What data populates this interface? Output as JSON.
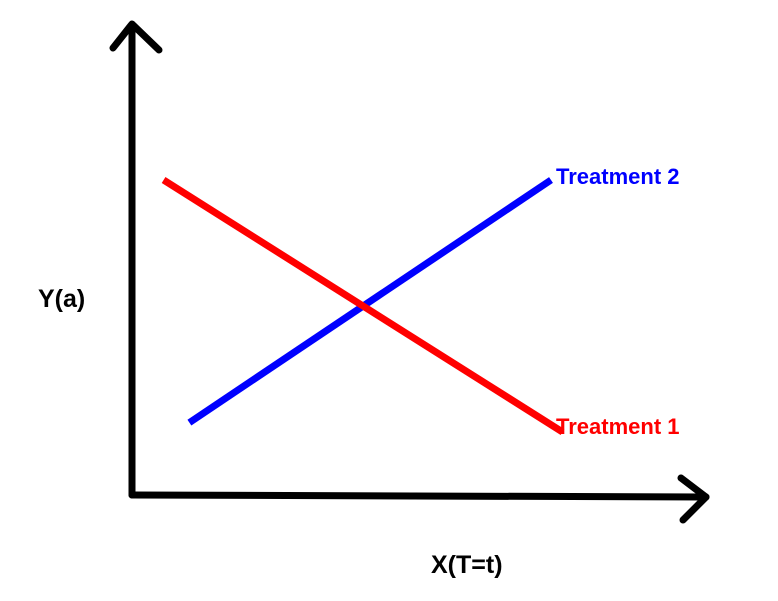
{
  "chart_data": {
    "type": "line",
    "xlabel": "X(T=t)",
    "ylabel": "Y(a)",
    "grid": false,
    "legend": "direct labels at line ends (right)",
    "series": [
      {
        "name": "Treatment 1",
        "color": "#ff0000",
        "x": [
          0.11,
          1.5
        ],
        "y": [
          1.0,
          0.2
        ]
      },
      {
        "name": "Treatment 2",
        "color": "#0000ff",
        "x": [
          0.2,
          1.46
        ],
        "y": [
          0.23,
          1.0
        ]
      }
    ]
  },
  "axis_color": "#000000"
}
